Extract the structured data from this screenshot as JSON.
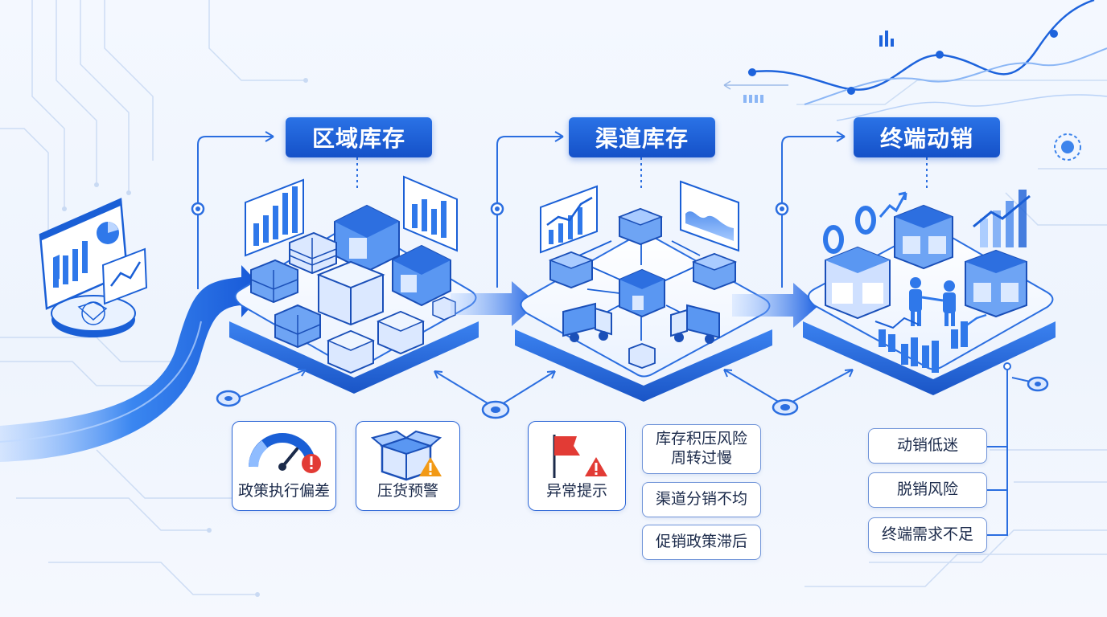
{
  "stages": [
    {
      "title": "区域库存"
    },
    {
      "title": "渠道库存"
    },
    {
      "title": "终端动销"
    }
  ],
  "region_cards": [
    {
      "label": "政策执行偏差",
      "icon": "gauge-alert-icon"
    },
    {
      "label": "压货预警",
      "icon": "box-alert-icon"
    }
  ],
  "channel_card": {
    "label": "异常提示",
    "icon": "flag-alert-icon"
  },
  "channel_risks": [
    {
      "line1": "库存积压风险",
      "line2": "周转过慢"
    },
    {
      "line1": "渠道分销不均"
    },
    {
      "line1": "促销政策滞后"
    }
  ],
  "terminal_risks": [
    {
      "label": "动销低迷"
    },
    {
      "label": "脱销风险"
    },
    {
      "label": "终端需求不足"
    }
  ],
  "colors": {
    "primary": "#1a5fd6",
    "primary_dark": "#1551c8",
    "line": "#2b6ee0",
    "alert_red": "#e23b35",
    "alert_orange": "#f29a16",
    "platform_top": "#ffffff",
    "platform_side": "#1f63d8"
  }
}
